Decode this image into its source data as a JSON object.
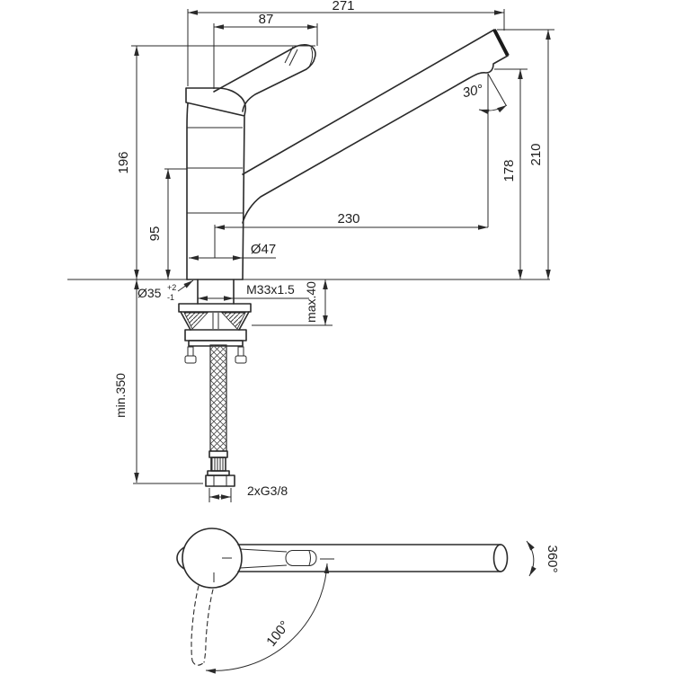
{
  "drawing": {
    "line_color": "#2a2a2a",
    "labels": {
      "overall_width": "271",
      "handle_reach": "87",
      "total_height": "196",
      "body_height": "95",
      "spout_reach": "230",
      "outlet_height": "178",
      "spout_top_height": "210",
      "spout_angle": "30°",
      "base_diameter": "Ø47",
      "hole_diameter": "Ø35",
      "hole_tol_plus": "+2",
      "hole_tol_minus": "-1",
      "shank_thread": "M33x1.5",
      "deck_thickness": "max.40",
      "hose_clearance": "min.350",
      "hose_connection": "2xG3/8",
      "spout_swivel": "360°",
      "handle_swing": "100°"
    }
  }
}
